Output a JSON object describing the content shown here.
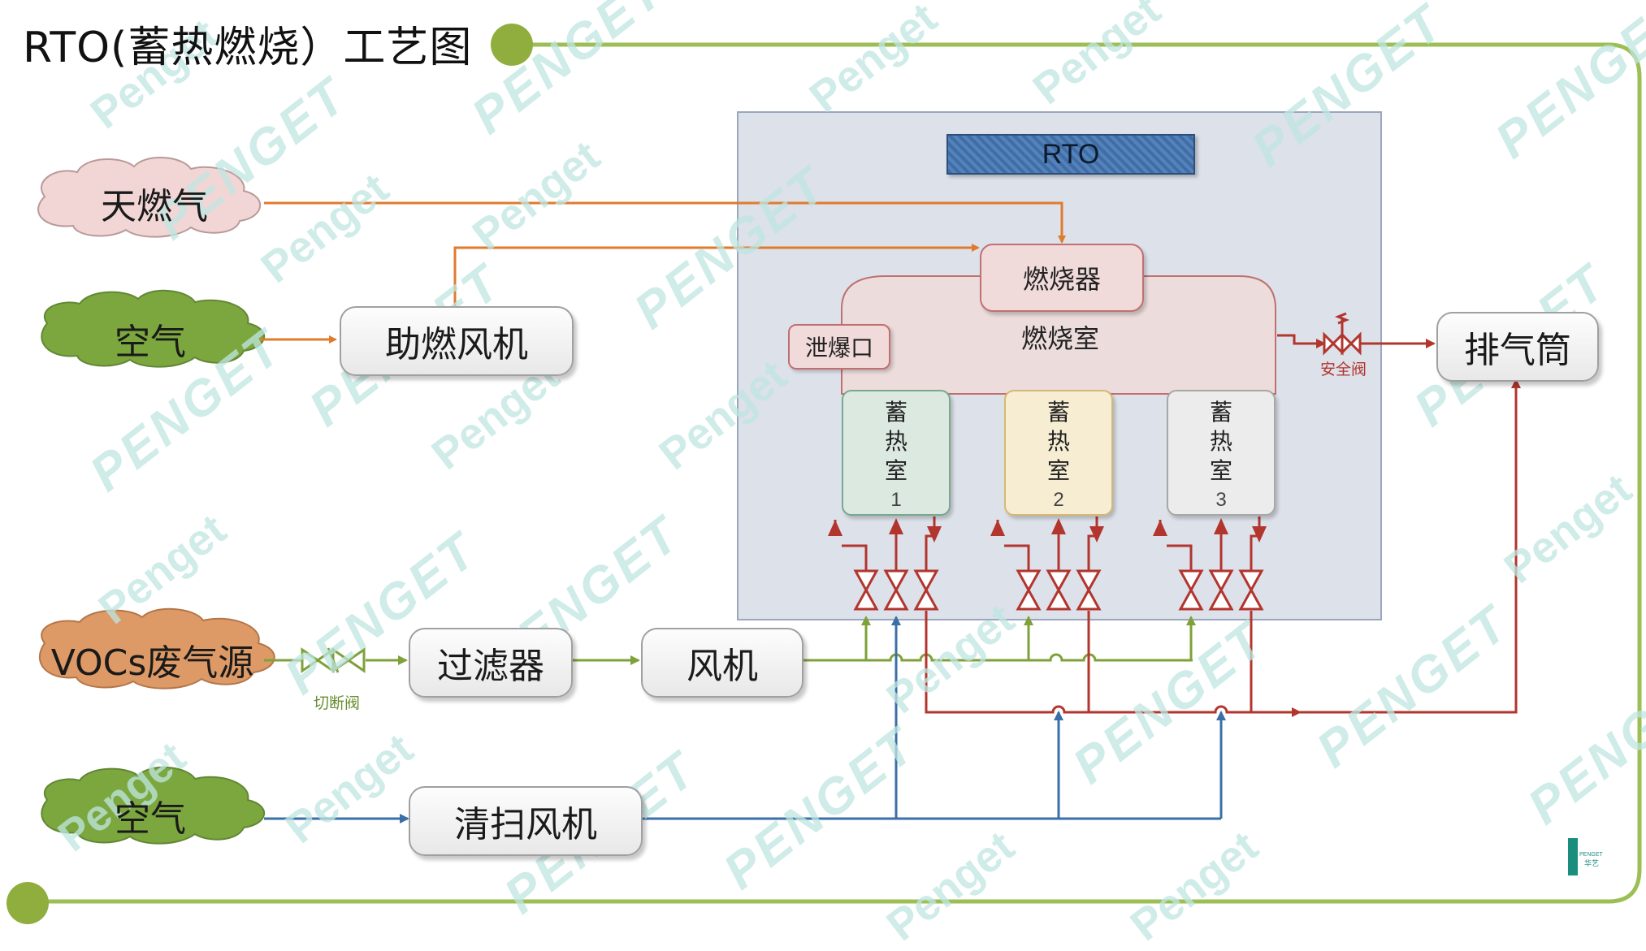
{
  "title": "RTO(蓄热燃烧）工艺图",
  "colors": {
    "frame": "#9bbf55",
    "orange_line": "#e07b2e",
    "green_line": "#7ea13a",
    "blue_line": "#3a6fa8",
    "red_line": "#b2352e",
    "rto_panel": "#dde1ea",
    "cloud_pink": "#f2d6d6",
    "cloud_green": "#7ba73e",
    "cloud_orange": "#dd9a66"
  },
  "sources": {
    "natural_gas": "天燃气",
    "air_top": "空气",
    "vocs": "VOCs废气源",
    "air_bottom": "空气"
  },
  "equipment": {
    "combustion_fan": "助燃风机",
    "filter": "过滤器",
    "fan": "风机",
    "purge_fan": "清扫风机",
    "stack": "排气筒"
  },
  "rto": {
    "label": "RTO",
    "burner": "燃烧器",
    "chamber": "燃烧室",
    "explosion_vent": "泄爆口",
    "regenerators": [
      {
        "c1": "蓄",
        "c2": "热",
        "c3": "室",
        "num": "1",
        "bg": "#dbe9e1",
        "border": "#7aa88f"
      },
      {
        "c1": "蓄",
        "c2": "热",
        "c3": "室",
        "num": "2",
        "bg": "#f6edd2",
        "border": "#d6b873"
      },
      {
        "c1": "蓄",
        "c2": "热",
        "c3": "室",
        "num": "3",
        "bg": "#ececec",
        "border": "#a7a7a7"
      }
    ]
  },
  "valves": {
    "shutoff": "切断阀",
    "safety": "安全阀"
  },
  "watermark": {
    "text_a": "Penget",
    "text_b": "PENGET"
  },
  "logo": {
    "text": "PENGET",
    "sub": "华艺"
  }
}
